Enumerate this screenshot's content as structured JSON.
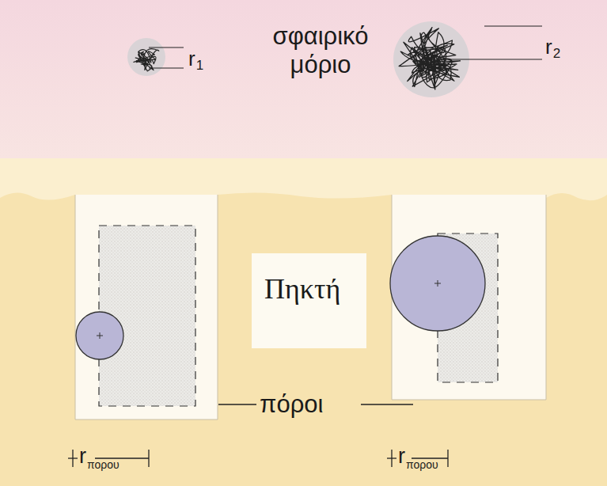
{
  "diagram": {
    "labels": [
      "r",
      "1",
      "σφαιρικό μόριο",
      "r",
      "2",
      "Πηκτή",
      "πόροι",
      "r",
      "πορου",
      "r",
      "πορου"
    ]
  }
}
